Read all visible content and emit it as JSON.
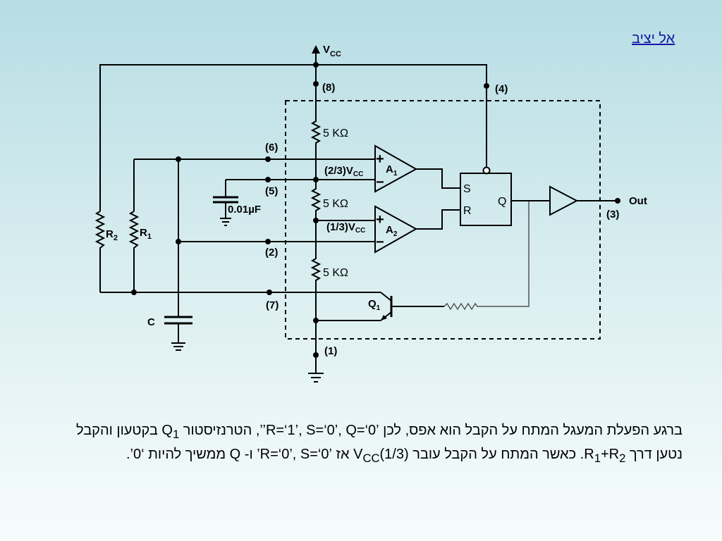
{
  "nav": {
    "back_link": "אל יציב"
  },
  "diagram": {
    "vcc": "V",
    "vcc_sub": "CC",
    "pins": {
      "p8": "(8)",
      "p4": "(4)",
      "p6": "(6)",
      "p5": "(5)",
      "p2": "(2)",
      "p7": "(7)",
      "p1": "(1)",
      "p3": "(3)"
    },
    "resistor_label": "5 KΩ",
    "cap_small": "0.01µF",
    "cap_main": "C",
    "r2": "R",
    "r2_sub": "2",
    "r1": "R",
    "r1_sub": "1",
    "two_thirds": "(2/3)V",
    "one_third": "(1/3)V",
    "cc_sub": "CC",
    "a1": "A",
    "a1_sub": "1",
    "a2": "A",
    "a2_sub": "2",
    "plus": "+",
    "minus": "−",
    "ff_s": "S",
    "ff_r": "R",
    "ff_q": "Q",
    "out": "Out",
    "q1": "Q",
    "q1_sub": "1"
  },
  "caption": {
    "p1": "ברגע הפעלת המעגל המתח על הקבל הוא אפס, לכן ’R=‘1’, S=‘0’, Q=‘0’’, הטרנזיסטור Q",
    "p1_sub": "1",
    "p2": " בקטעון והקבל נטען דרך R",
    "p2_sub": "1",
    "p3": "+R",
    "p3_sub": "2",
    "p4": ". כאשר המתח על הקבל עובר (1/3)V",
    "p4_sub": "CC",
    "p5": " אז ’R=‘0’, S=‘0’ ו- Q ממשיך להיות ‘0’."
  }
}
